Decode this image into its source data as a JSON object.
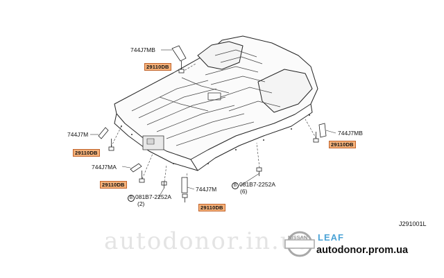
{
  "diagram": {
    "part_labels": {
      "top_left": "744J7MB",
      "left": "744J7M",
      "left_lower": "744J7MA",
      "center_lower": "744J7M",
      "right": "744J7MB"
    },
    "tags": [
      "29110DB",
      "29110DB",
      "29110DB",
      "29110DB",
      "29110DB"
    ],
    "bolt_callouts": [
      {
        "marker": "B",
        "part": "081B7-2252A",
        "qty": "(2)"
      },
      {
        "marker": "B",
        "part": "081B7-2252A",
        "qty": "(6)"
      }
    ],
    "reference_code": "J291001L"
  },
  "branding": {
    "watermark": "autodonor.in.ua",
    "nissan_text": "NISSAN",
    "leaf_text": "LEAF",
    "site": "autodonor.prom.ua"
  },
  "colors": {
    "tag_fill": "#f6b27a",
    "tag_border": "#c0622a",
    "leaf_blue": "#4ba3d6",
    "watermark": "#e4e4e4"
  }
}
